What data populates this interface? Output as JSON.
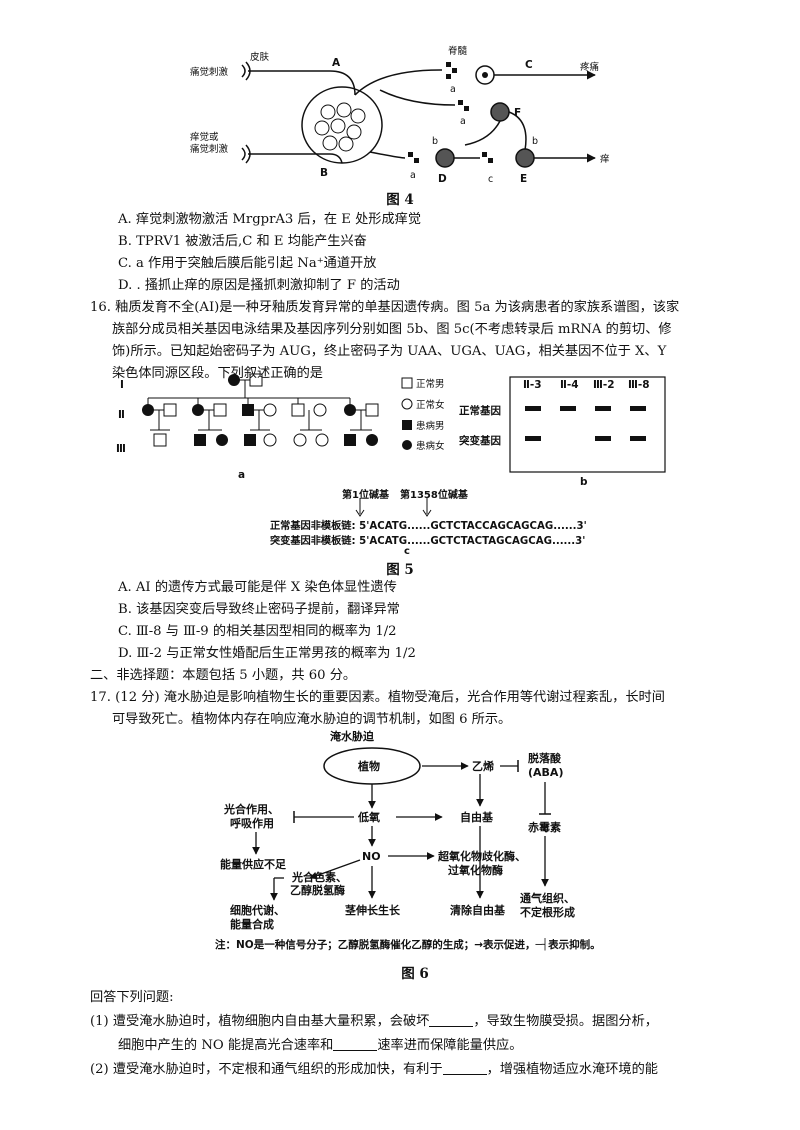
{
  "fig4": {
    "caption": "图 4",
    "labels": {
      "skin": "皮肤",
      "spinal": "脊髓",
      "pain_stim": "痛觉刺激",
      "itch_stim_1": "痒觉或",
      "itch_stim_2": "痛觉刺激",
      "A": "A",
      "B": "B",
      "C": "C",
      "D": "D",
      "E": "E",
      "F": "F",
      "a": "a",
      "b": "b",
      "c": "c",
      "pain_out": "疼痛",
      "itch_out": "痒"
    }
  },
  "q15": {
    "options": [
      "A. 痒觉刺激物激活 MrgprA3 后，在 E 处形成痒觉",
      "B.   TPRV1 被激活后,C 和 E 均能产生兴奋",
      "C.  a 作用于突触后膜后能引起 Na⁺通道开放",
      "D. . 搔抓止痒的原因是搔抓刺激抑制了 F 的活动"
    ]
  },
  "q16": {
    "lines": [
      "16. 釉质发育不全(AI)是一种牙釉质发育异常的单基因遗传病。图 5a 为该病患者的家族系谱图，该家",
      "族部分成员相关基因电泳结果及基因序列分别如图 5b、图 5c(不考虑转录后 mRNA 的剪切、修",
      "饰)所示。已知起始密码子为 AUG，终止密码子为 UAA、UGA、UAG，相关基因不位于 X、Y",
      "染色体同源区段。下列叙述正确的是"
    ],
    "options": [
      "A.  AI 的遗传方式最可能是伴 X 染色体显性遗传",
      "B. 该基因突变后导致终止密码子提前，翻译异常",
      "C.  Ⅲ-8 与 Ⅲ-9 的相关基因型相同的概率为 1/2",
      "D. Ⅲ-2 与正常女性婚配后生正常男孩的概率为 1/2"
    ]
  },
  "fig5": {
    "caption": "图 5",
    "sub_a": "a",
    "sub_b": "b",
    "sub_c": "c",
    "generations": [
      "Ⅰ",
      "Ⅱ",
      "Ⅲ"
    ],
    "legend": [
      "正常男",
      "正常女",
      "患病男",
      "患病女"
    ],
    "gel_columns": [
      "Ⅱ-3",
      "Ⅱ-4",
      "Ⅲ-2",
      "Ⅲ-8"
    ],
    "gel_rows": [
      "正常基因",
      "突变基因"
    ],
    "base1": "第1位碱基",
    "base1358": "第1358位碱基",
    "normal_label": "正常基因非模板链:",
    "normal_seq": "5'ACATG......GCTCTACCAGCAGCAG......3'",
    "mutant_label": "突变基因非模板链:",
    "mutant_seq": "5'ACATG......GCTCTACTAGCAGCAG......3'"
  },
  "section2": "二、非选择题：本题包括 5 小题，共 60 分。",
  "q17": {
    "lines": [
      "17.   (12 分) 淹水胁迫是影响植物生长的重要因素。植物受淹后，光合作用等代谢过程紊乱，长时间",
      "可导致死亡。植物体内存在响应淹水胁迫的调节机制，如图 6 所示。"
    ]
  },
  "fig6": {
    "caption": "图 6",
    "stress": "淹水胁迫",
    "plant": "植物",
    "ethylene": "乙烯",
    "aba_1": "脱落酸",
    "aba_2": "(ABA)",
    "photo_1": "光合作用、",
    "photo_2": "呼吸作用",
    "hypoxia": "低氧",
    "free_radical": "自由基",
    "gibberellin": "赤霉素",
    "energy_short": "能量供应不足",
    "no": "NO",
    "enzyme_1": "超氧化物歧化酶、",
    "enzyme_2": "过氧化物酶",
    "pigment_1": "光合色素、",
    "pigment_2": "乙醇脱氢酶",
    "metab_1": "细胞代谢、",
    "metab_2": "能量合成",
    "stem": "茎伸长生长",
    "clear": "清除自由基",
    "aer_1": "通气组织、",
    "aer_2": "不定根形成",
    "note": "注：NO是一种信号分子；乙醇脱氢酶催化乙醇的生成；→表示促进，─┤表示抑制。"
  },
  "answer": {
    "intro": "回答下列问题:",
    "p1a": "(1) 遭受淹水胁迫时，植物细胞内自由基大量积累，会破坏",
    "p1b": "，导致生物膜受损。据图分析，",
    "p1c": "细胞中产生的 NO 能提高光合速率和",
    "p1d": "速率进而保障能量供应。",
    "p2a": "(2) 遭受淹水胁迫时，不定根和通气组织的形成加快，有利于",
    "p2b": "，增强植物适应水淹环境的能"
  }
}
